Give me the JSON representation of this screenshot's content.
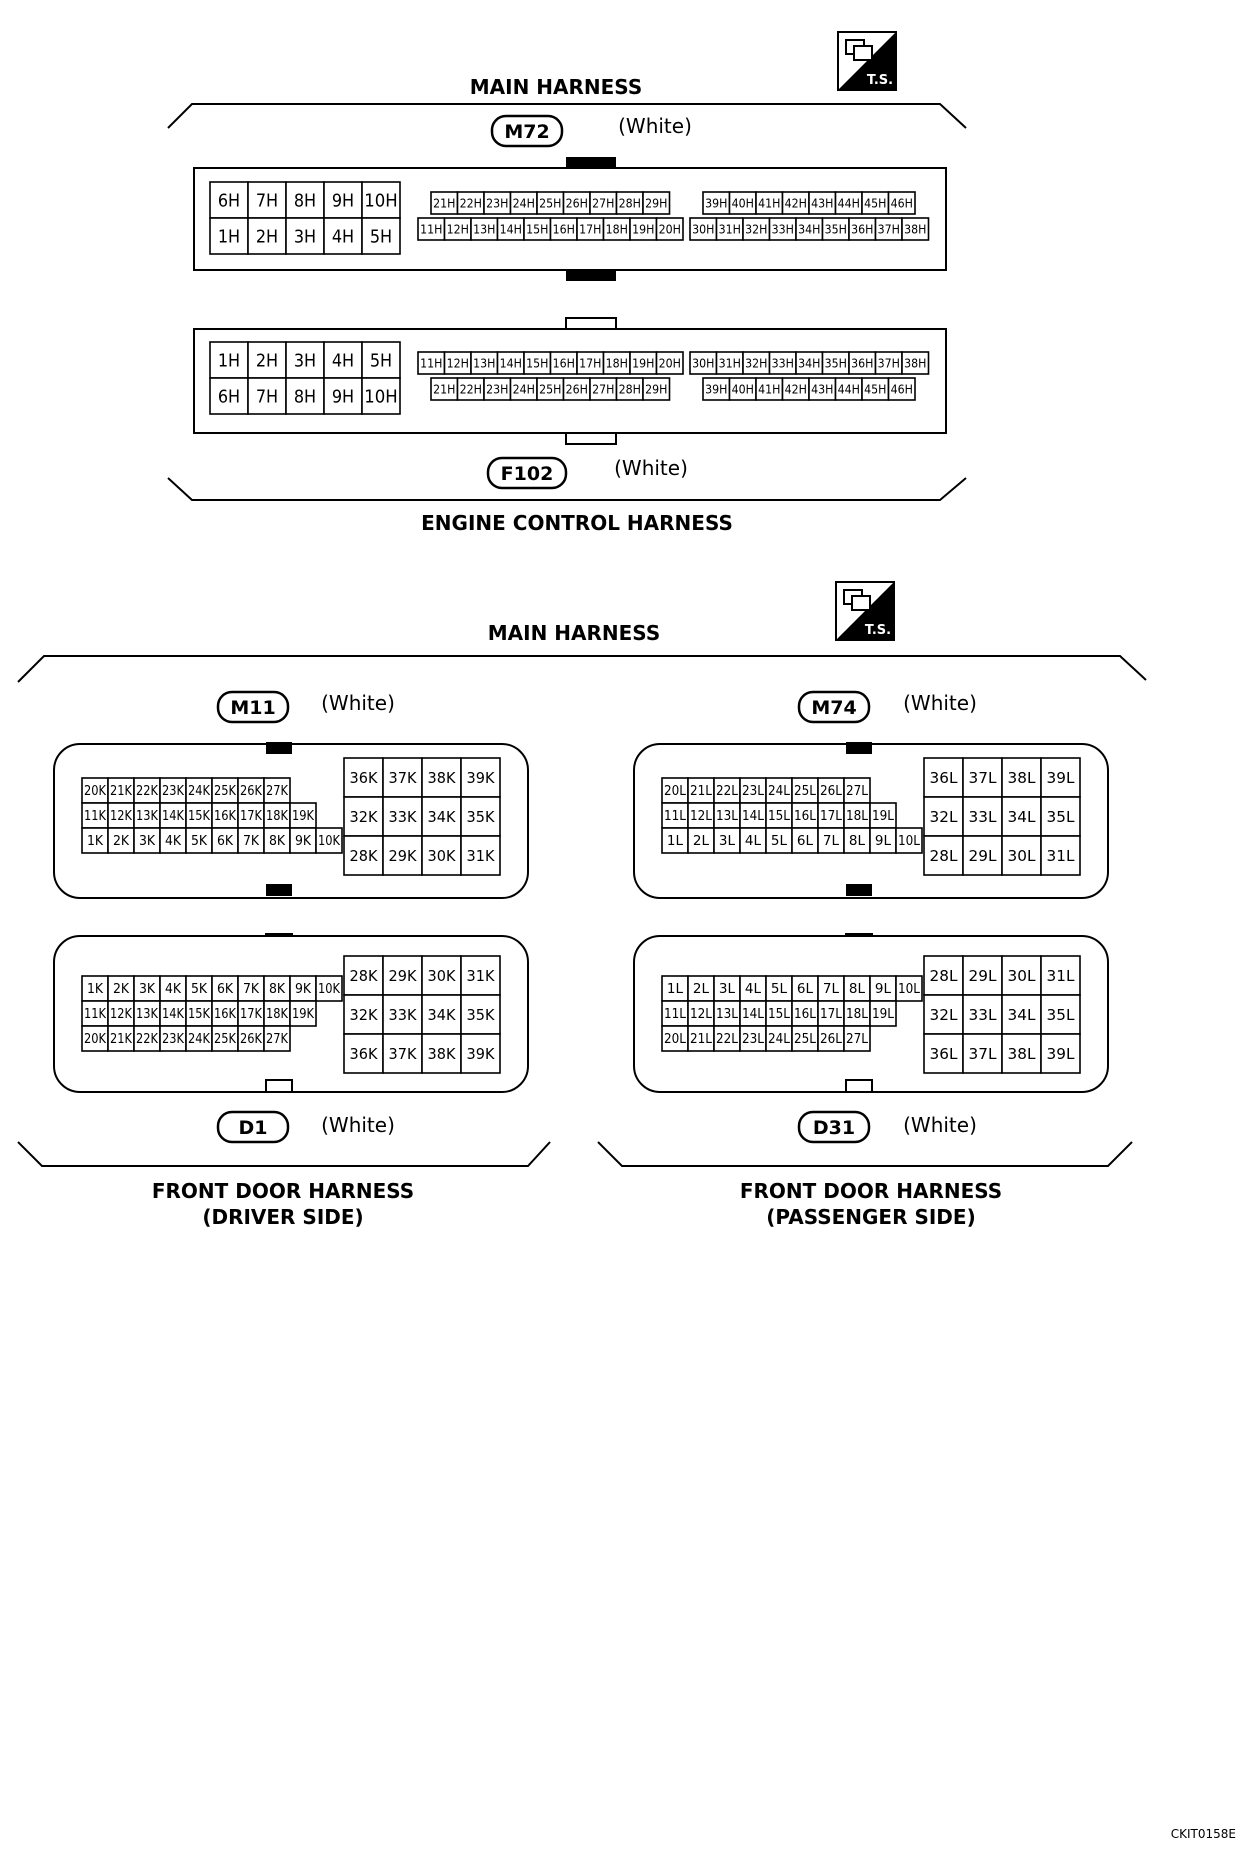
{
  "top_section": {
    "upper_harness": "MAIN HARNESS",
    "lower_harness": "ENGINE CONTROL HARNESS",
    "upper_connector": {
      "code": "M72",
      "color": "(White)"
    },
    "lower_connector": {
      "code": "F102",
      "color": "(White)"
    },
    "ts_icon": "T.S.",
    "upper_rows": {
      "big_top": [
        "6H",
        "7H",
        "8H",
        "9H",
        "10H"
      ],
      "big_bottom": [
        "1H",
        "2H",
        "3H",
        "4H",
        "5H"
      ],
      "mid_top": [
        "21H",
        "22H",
        "23H",
        "24H",
        "25H",
        "26H",
        "27H",
        "28H",
        "29H"
      ],
      "mid_bottom": [
        "11H",
        "12H",
        "13H",
        "14H",
        "15H",
        "16H",
        "17H",
        "18H",
        "19H",
        "20H"
      ],
      "right_top": [
        "39H",
        "40H",
        "41H",
        "42H",
        "43H",
        "44H",
        "45H",
        "46H"
      ],
      "right_bottom": [
        "30H",
        "31H",
        "32H",
        "33H",
        "34H",
        "35H",
        "36H",
        "37H",
        "38H"
      ]
    },
    "lower_rows": {
      "big_top": [
        "1H",
        "2H",
        "3H",
        "4H",
        "5H"
      ],
      "big_bottom": [
        "6H",
        "7H",
        "8H",
        "9H",
        "10H"
      ],
      "mid_top": [
        "11H",
        "12H",
        "13H",
        "14H",
        "15H",
        "16H",
        "17H",
        "18H",
        "19H",
        "20H"
      ],
      "mid_bottom": [
        "21H",
        "22H",
        "23H",
        "24H",
        "25H",
        "26H",
        "27H",
        "28H",
        "29H"
      ],
      "right_top": [
        "30H",
        "31H",
        "32H",
        "33H",
        "34H",
        "35H",
        "36H",
        "37H",
        "38H"
      ],
      "right_bottom": [
        "39H",
        "40H",
        "41H",
        "42H",
        "43H",
        "44H",
        "45H",
        "46H"
      ]
    }
  },
  "bottom_section": {
    "upper_harness": "MAIN HARNESS",
    "ts_icon": "T.S.",
    "left_harness_line1": "FRONT DOOR HARNESS",
    "left_harness_line2": "(DRIVER SIDE)",
    "right_harness_line1": "FRONT DOOR HARNESS",
    "right_harness_line2": "(PASSENGER SIDE)",
    "left_upper_connector": {
      "code": "M11",
      "color": "(White)"
    },
    "left_lower_connector": {
      "code": "D1",
      "color": "(White)"
    },
    "right_upper_connector": {
      "code": "M74",
      "color": "(White)"
    },
    "right_lower_connector": {
      "code": "D31",
      "color": "(White)"
    },
    "k_upper": {
      "small_rows": [
        [
          "20K",
          "21K",
          "22K",
          "23K",
          "24K",
          "25K",
          "26K",
          "27K"
        ],
        [
          "11K",
          "12K",
          "13K",
          "14K",
          "15K",
          "16K",
          "17K",
          "18K",
          "19K"
        ],
        [
          "1K",
          "2K",
          "3K",
          "4K",
          "5K",
          "6K",
          "7K",
          "8K",
          "9K",
          "10K"
        ]
      ],
      "big_rows": [
        [
          "36K",
          "37K",
          "38K",
          "39K"
        ],
        [
          "32K",
          "33K",
          "34K",
          "35K"
        ],
        [
          "28K",
          "29K",
          "30K",
          "31K"
        ]
      ]
    },
    "k_lower": {
      "small_rows": [
        [
          "1K",
          "2K",
          "3K",
          "4K",
          "5K",
          "6K",
          "7K",
          "8K",
          "9K",
          "10K"
        ],
        [
          "11K",
          "12K",
          "13K",
          "14K",
          "15K",
          "16K",
          "17K",
          "18K",
          "19K"
        ],
        [
          "20K",
          "21K",
          "22K",
          "23K",
          "24K",
          "25K",
          "26K",
          "27K"
        ]
      ],
      "big_rows": [
        [
          "28K",
          "29K",
          "30K",
          "31K"
        ],
        [
          "32K",
          "33K",
          "34K",
          "35K"
        ],
        [
          "36K",
          "37K",
          "38K",
          "39K"
        ]
      ]
    },
    "l_upper": {
      "small_rows": [
        [
          "20L",
          "21L",
          "22L",
          "23L",
          "24L",
          "25L",
          "26L",
          "27L"
        ],
        [
          "11L",
          "12L",
          "13L",
          "14L",
          "15L",
          "16L",
          "17L",
          "18L",
          "19L"
        ],
        [
          "1L",
          "2L",
          "3L",
          "4L",
          "5L",
          "6L",
          "7L",
          "8L",
          "9L",
          "10L"
        ]
      ],
      "big_rows": [
        [
          "36L",
          "37L",
          "38L",
          "39L"
        ],
        [
          "32L",
          "33L",
          "34L",
          "35L"
        ],
        [
          "28L",
          "29L",
          "30L",
          "31L"
        ]
      ]
    },
    "l_lower": {
      "small_rows": [
        [
          "1L",
          "2L",
          "3L",
          "4L",
          "5L",
          "6L",
          "7L",
          "8L",
          "9L",
          "10L"
        ],
        [
          "11L",
          "12L",
          "13L",
          "14L",
          "15L",
          "16L",
          "17L",
          "18L",
          "19L"
        ],
        [
          "20L",
          "21L",
          "22L",
          "23L",
          "24L",
          "25L",
          "26L",
          "27L"
        ]
      ],
      "big_rows": [
        [
          "28L",
          "29L",
          "30L",
          "31L"
        ],
        [
          "32L",
          "33L",
          "34L",
          "35L"
        ],
        [
          "36L",
          "37L",
          "38L",
          "39L"
        ]
      ]
    }
  },
  "footer_code": "CKIT0158E"
}
